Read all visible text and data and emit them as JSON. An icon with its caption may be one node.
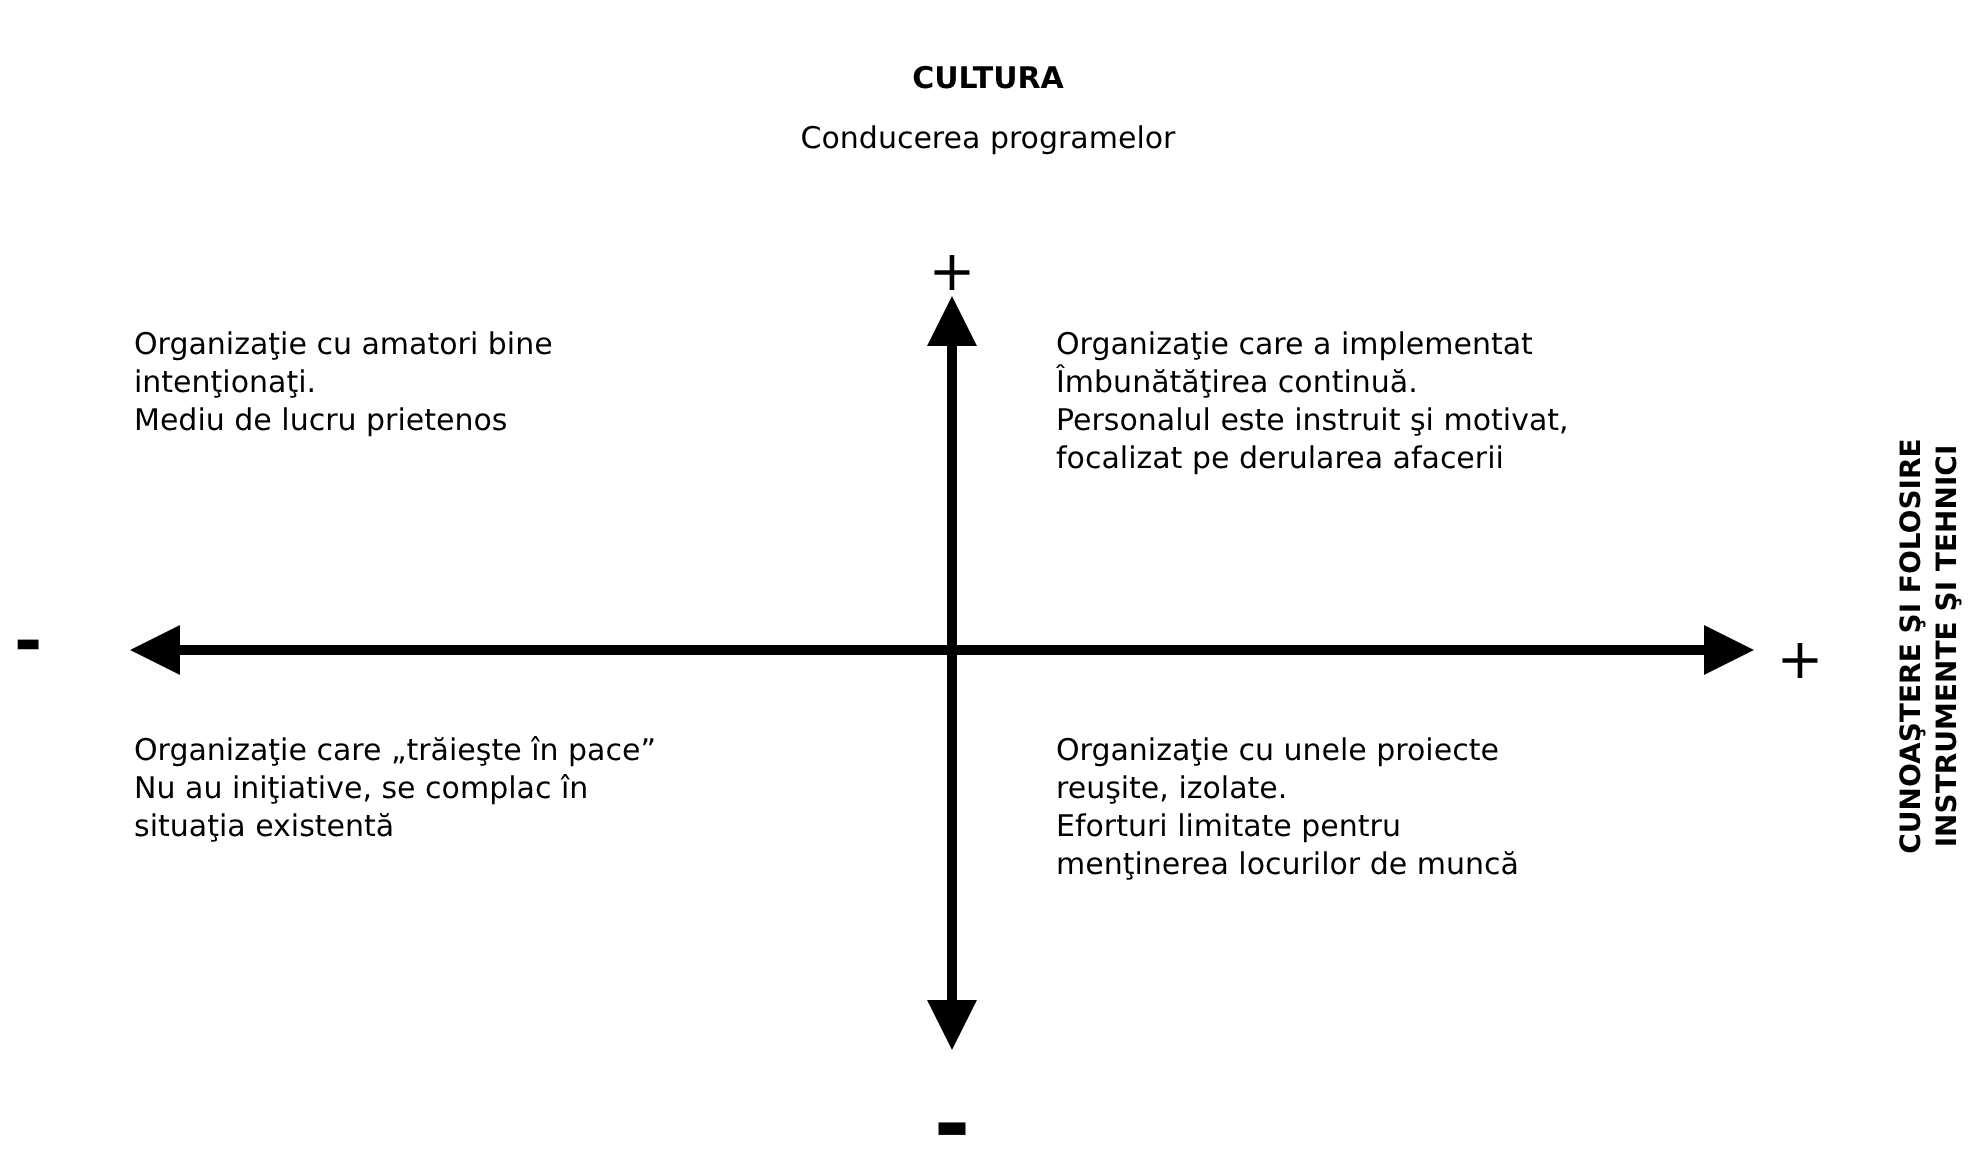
{
  "diagram": {
    "title": "CULTURA",
    "labels": [
      "Conducerea programelor",
      "+",
      "Organizaţie cu amatori bine intenţionaţi.",
      "Mediu de lucru prietenos",
      "Organizaţie care a implementat Îmbunătăţirea continuă.",
      "Personalul este instruit şi motivat, focalizat pe derularea afacerii",
      "-",
      "+",
      "CUNOAŞTERE ŞI FOLOSIRE INSTRUMENTE ŞI TEHNICI",
      "Organizaţie care „trăieşte în pace”",
      "Nu au iniţiative, se complac în situaţia existentă",
      "Organizaţie cu unele proiecte reuşite, izolate.",
      "Eforturi limitate pentru menţinerea locurilor de muncă",
      "-"
    ]
  }
}
